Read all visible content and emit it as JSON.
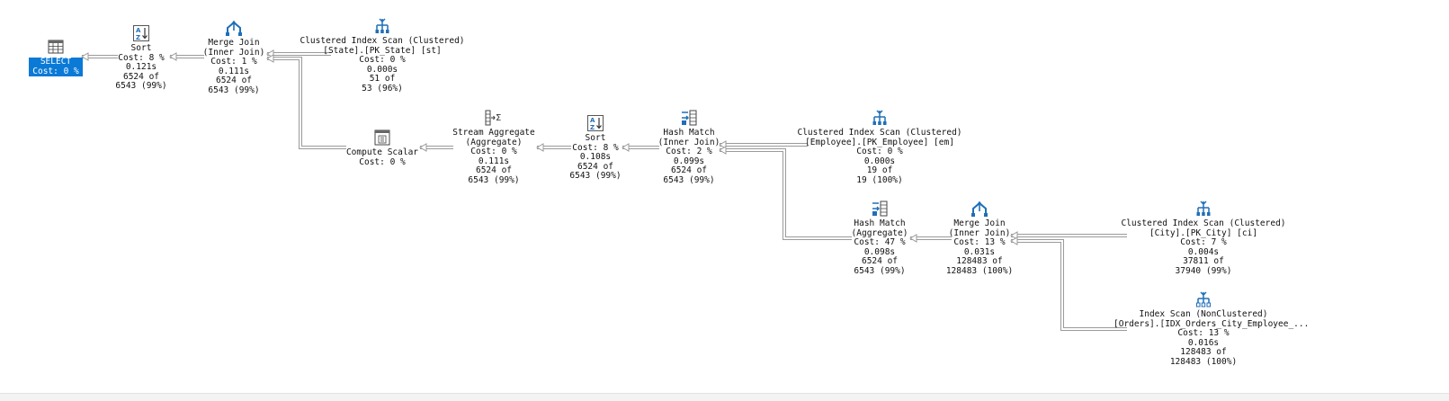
{
  "nodes": {
    "select": {
      "lines": [
        "SELECT",
        "Cost: 0 %"
      ],
      "icon": "result-grid-icon"
    },
    "sort1": {
      "lines": [
        "Sort",
        "Cost: 8 %",
        "0.121s",
        "6524 of",
        "6543 (99%)"
      ],
      "icon": "sort-az-icon"
    },
    "merge1": {
      "lines": [
        "Merge Join",
        "(Inner Join)",
        "Cost: 1 %",
        "0.111s",
        "6524 of",
        "6543 (99%)"
      ],
      "icon": "merge-join-icon"
    },
    "cis_state": {
      "lines": [
        "Clustered Index Scan (Clustered)",
        "[State].[PK_State] [st]",
        "Cost: 0 %",
        "0.000s",
        "51 of",
        "53 (96%)"
      ],
      "icon": "clustered-index-scan-icon"
    },
    "compute": {
      "lines": [
        "Compute Scalar",
        "Cost: 0 %"
      ],
      "icon": "compute-scalar-icon"
    },
    "stream": {
      "lines": [
        "Stream Aggregate",
        "(Aggregate)",
        "Cost: 0 %",
        "0.111s",
        "6524 of",
        "6543 (99%)"
      ],
      "icon": "stream-aggregate-icon"
    },
    "sort2": {
      "lines": [
        "Sort",
        "Cost: 8 %",
        "0.108s",
        "6524 of",
        "6543 (99%)"
      ],
      "icon": "sort-az-icon"
    },
    "hash1": {
      "lines": [
        "Hash Match",
        "(Inner Join)",
        "Cost: 2 %",
        "0.099s",
        "6524 of",
        "6543 (99%)"
      ],
      "icon": "hash-match-icon"
    },
    "cis_emp": {
      "lines": [
        "Clustered Index Scan (Clustered)",
        "[Employee].[PK_Employee] [em]",
        "Cost: 0 %",
        "0.000s",
        "19 of",
        "19 (100%)"
      ],
      "icon": "clustered-index-scan-icon"
    },
    "hash2": {
      "lines": [
        "Hash Match",
        "(Aggregate)",
        "Cost: 47 %",
        "0.098s",
        "6524 of",
        "6543 (99%)"
      ],
      "icon": "hash-match-icon"
    },
    "merge2": {
      "lines": [
        "Merge Join",
        "(Inner Join)",
        "Cost: 13 %",
        "0.031s",
        "128483 of",
        "128483 (100%)"
      ],
      "icon": "merge-join-icon"
    },
    "cis_city": {
      "lines": [
        "Clustered Index Scan (Clustered)",
        "[City].[PK_City] [ci]",
        "Cost: 7 %",
        "0.004s",
        "37811 of",
        "37940 (99%)"
      ],
      "icon": "clustered-index-scan-icon"
    },
    "idx_orders": {
      "lines": [
        "Index Scan (NonClustered)",
        "[Orders].[IDX_Orders_City_Employee_...",
        "Cost: 13 %",
        "0.016s",
        "128483 of",
        "128483 (100%)"
      ],
      "icon": "index-scan-icon"
    }
  },
  "colors": {
    "accent": "#0a7ad6",
    "icon_blue": "#1f6fb8",
    "connector": "#9a9a9a"
  }
}
